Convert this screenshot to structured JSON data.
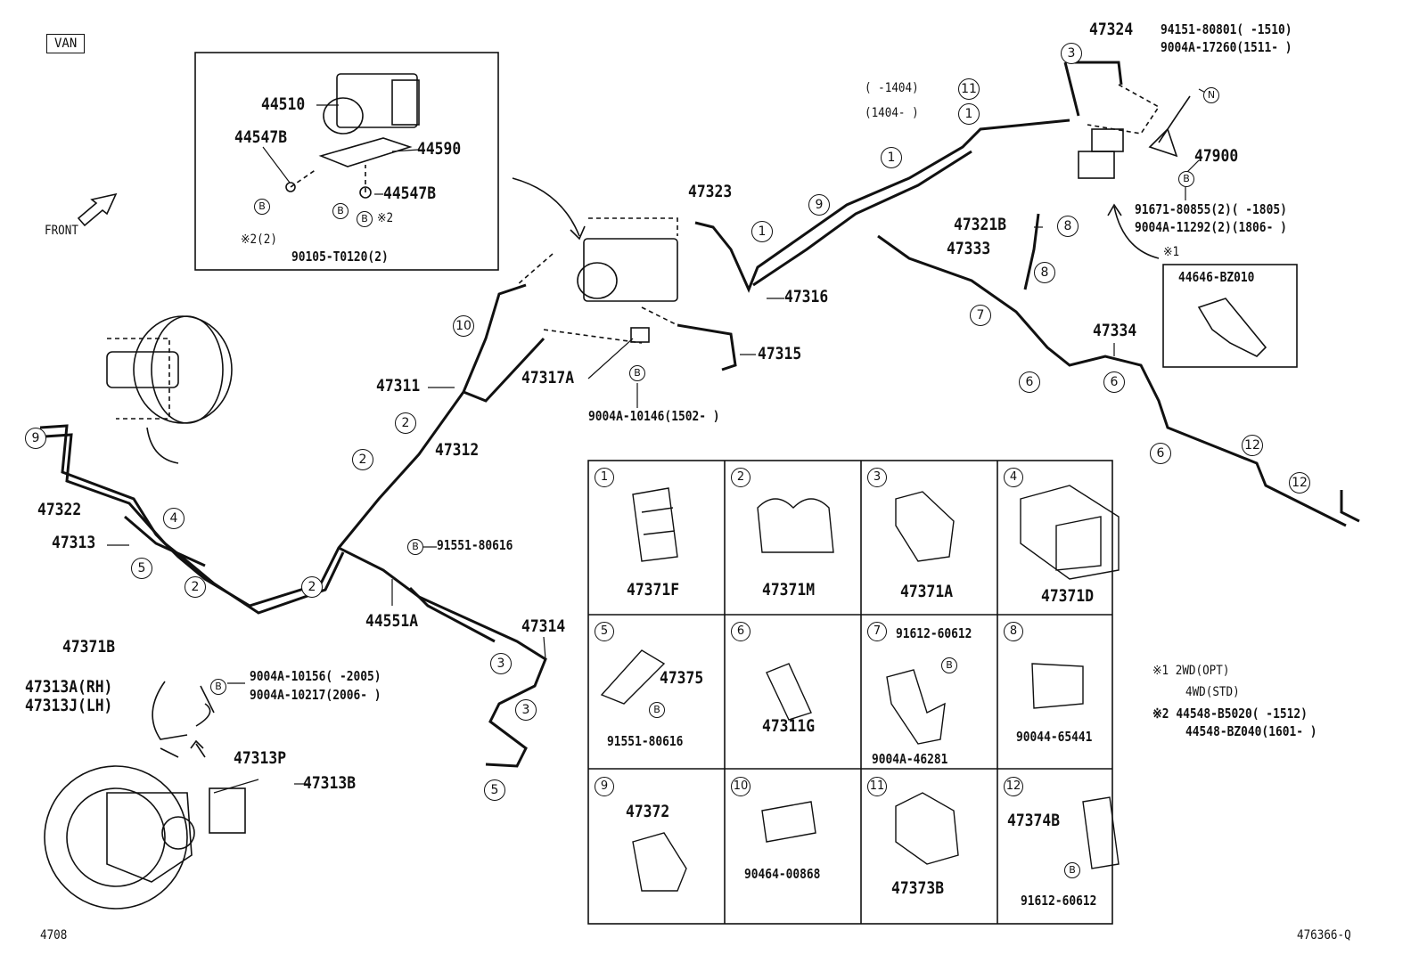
{
  "variant_tag": "VAN",
  "front_label": "FRONT",
  "footer": {
    "left": "4708",
    "right": "476366-Q"
  },
  "callouts": {
    "c11": "11",
    "c1": "1",
    "c1b": "1",
    "c9": "9",
    "c8a": "8",
    "c8b": "8",
    "c7": "7",
    "c6a": "6",
    "c6b": "6",
    "c6c": "6",
    "c12a": "12",
    "c12b": "12",
    "c10": "10",
    "c2a": "2",
    "c2b": "2",
    "c2c": "2",
    "c2d": "2",
    "c4": "4",
    "c5a": "5",
    "c5b": "5",
    "c3a": "3",
    "c3b": "3",
    "c3c": "3",
    "c9b": "9"
  },
  "inset": {
    "p44510": "44510",
    "p44547B_a": "44547B",
    "p44590": "44590",
    "p44547B_b": "44547B",
    "note_x2": "※2",
    "note_x2_2": "※2(2)",
    "p90105": "90105-T0120(2)"
  },
  "parts": {
    "p47324": "47324",
    "p94151": "94151-80801(      -1510)",
    "p9004A_17260": "9004A-17260(1511-      )",
    "range_1404a": "(      -1404)",
    "range_1404b": "(1404-      )",
    "p47900": "47900",
    "p91671": "91671-80855(2)(      -1805)",
    "p9004A_11292": "9004A-11292(2)(1806-      )",
    "x1": "※1",
    "p44646": "44646-BZ010",
    "p47323": "47323",
    "p47321B": "47321B",
    "p47333": "47333",
    "p47334": "47334",
    "p47316": "47316",
    "p47315": "47315",
    "p47311": "47311",
    "p47317A": "47317A",
    "p9004A_10146": "9004A-10146(1502-      )",
    "p47312": "47312",
    "p47322": "47322",
    "p47313": "47313",
    "p91551_top": "91551-80616",
    "p44551A": "44551A",
    "p47314": "47314",
    "p47371B": "47371B",
    "p47313A": "47313A(RH)",
    "p47313J": "47313J(LH)",
    "p9004A_10156": "9004A-10156(      -2005)",
    "p9004A_10217": "9004A-10217(2006-      )",
    "p47313P": "47313P",
    "p47313B": "47313B"
  },
  "notes": {
    "n1a": "※1  2WD(OPT)",
    "n1b": "4WD(STD)",
    "n2a": "※2  44548-B5020(      -1512)",
    "n2b": "44548-BZ040(1601-      )"
  },
  "grid": [
    {
      "num": "1",
      "parts": [
        "47371F"
      ]
    },
    {
      "num": "2",
      "parts": [
        "47371M"
      ]
    },
    {
      "num": "3",
      "parts": [
        "47371A"
      ]
    },
    {
      "num": "4",
      "parts": [
        "47371D"
      ]
    },
    {
      "num": "5",
      "parts": [
        "47375",
        "91551-80616"
      ]
    },
    {
      "num": "6",
      "parts": [
        "47311G"
      ]
    },
    {
      "num": "7",
      "parts": [
        "91612-60612",
        "9004A-46281"
      ]
    },
    {
      "num": "8",
      "parts": [
        "90044-65441"
      ]
    },
    {
      "num": "9",
      "parts": [
        "47372"
      ]
    },
    {
      "num": "10",
      "parts": [
        "90464-00868"
      ]
    },
    {
      "num": "11",
      "parts": [
        "47373B"
      ]
    },
    {
      "num": "12",
      "parts": [
        "47374B",
        "91612-60612"
      ]
    }
  ],
  "bolt_mark": "B",
  "nut_mark": "N"
}
